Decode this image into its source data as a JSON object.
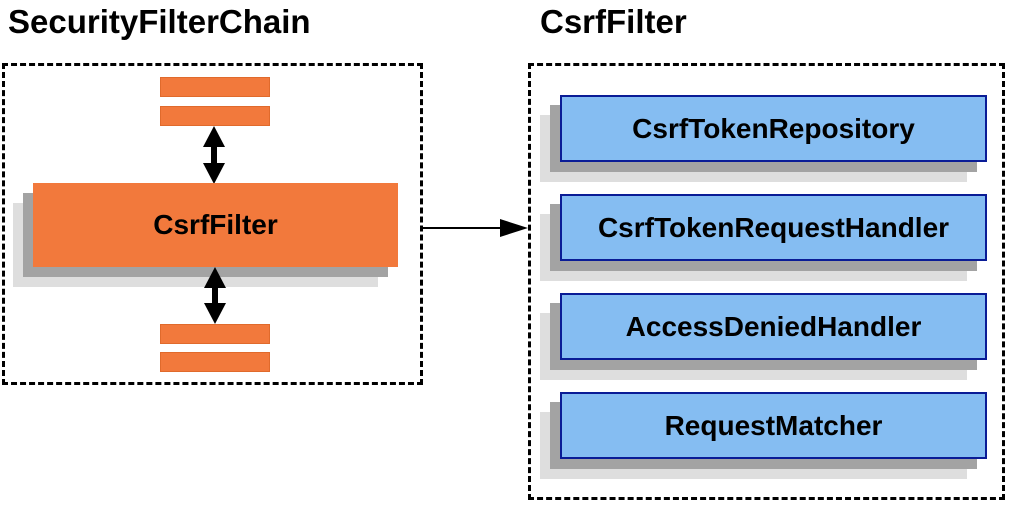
{
  "left_panel": {
    "title": "SecurityFilterChain",
    "csrf_filter_label": "CsrfFilter",
    "placeholder_filter_bars": {
      "top_count": 2,
      "bottom_count": 2
    }
  },
  "right_panel": {
    "title": "CsrfFilter",
    "components": [
      "CsrfTokenRepository",
      "CsrfTokenRequestHandler",
      "AccessDeniedHandler",
      "RequestMatcher"
    ]
  },
  "icons": {
    "vertical_arrows": "bidirectional-arrow",
    "horizontal_arrow": "flow-arrow-right"
  },
  "colors": {
    "filter_orange": "#f2793c",
    "component_blue_fill": "#85bdf2",
    "component_blue_border": "#0a1c96",
    "shadow_dark": "#a3a3a3",
    "shadow_light": "#dedede",
    "border_dash": "#000000",
    "text": "#000000",
    "background": "#ffffff"
  }
}
